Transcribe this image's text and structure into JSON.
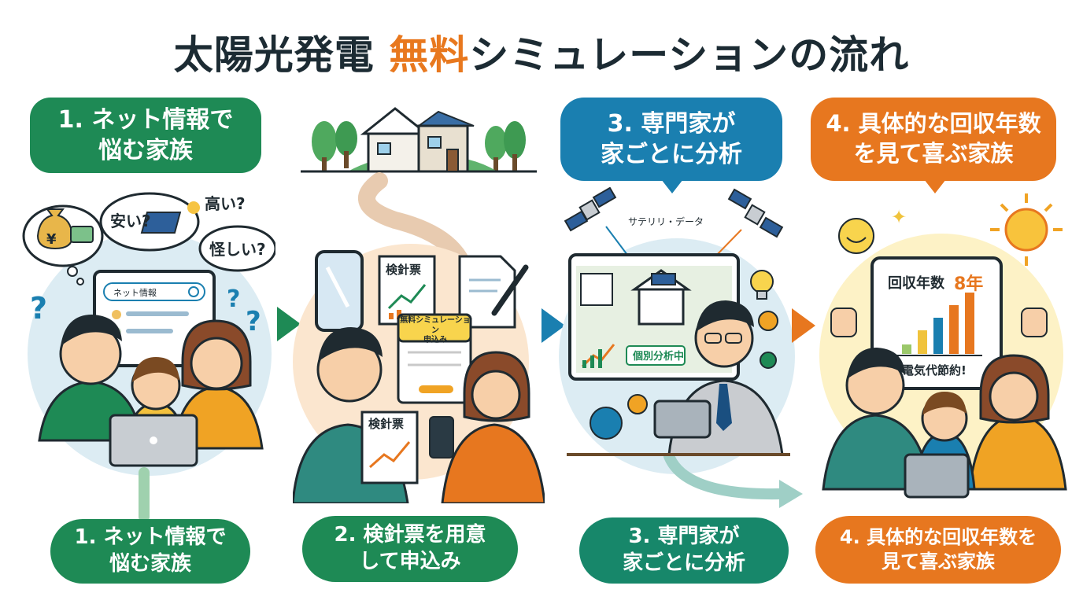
{
  "title": {
    "main": "太陽光発電 ",
    "accent": "無料",
    "rest": "シミュレーションの流れ"
  },
  "steps": [
    {
      "top_label": "1. ネット情報で\n悩む家族",
      "bottom_label": "1. ネット情報で\n悩む家族"
    },
    {
      "bottom_label": "2. 検針票を用意\nして申込み"
    },
    {
      "top_label": "3. 専門家が\n家ごとに分析",
      "bottom_label": "3. 専門家が\n家ごとに分析"
    },
    {
      "top_label": "4. 具体的な回収年数\nを見て喜ぶ家族",
      "bottom_label": "4. 具体的な回収年数を\n見て喜ぶ家族"
    }
  ],
  "scene1": {
    "bubble_cheap": "安い?",
    "bubble_expensive": "高い?",
    "bubble_suspicious": "怪しい?",
    "search_text": "ネット情報",
    "yen_symbol": "¥"
  },
  "scene2": {
    "meter_slip_top": "検針票",
    "meter_slip_hand": "検針票",
    "form_title": "無料シミュレーション\n申込み"
  },
  "scene3": {
    "satellite_label": "サテリリ・データ",
    "analyzing_label": "個別分析中"
  },
  "scene4": {
    "payback_label": "回収年数",
    "payback_value": "8年",
    "savings_label": "電気代節約!"
  },
  "colors": {
    "green": "#1e8a55",
    "blue": "#1a7fb0",
    "orange": "#e7771f",
    "teal": "#17876a"
  }
}
